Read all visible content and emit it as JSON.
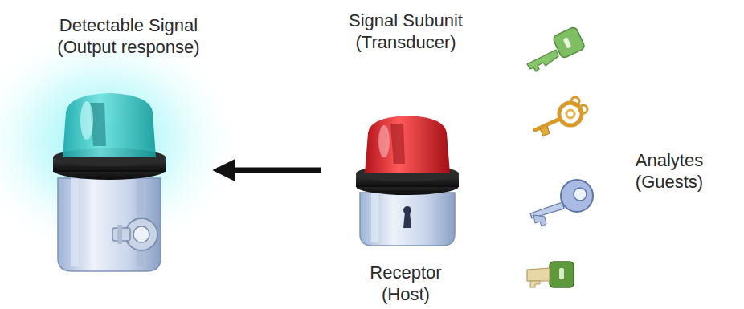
{
  "diagram": {
    "nodes": [
      {
        "text": [
          "Detectable Signal (Output response)"
        ]
      },
      {
        "text": [
          "Signal Subunit (Transducer)",
          "Receptor (Host)"
        ]
      }
    ],
    "edges": [
      {
        "from": 1,
        "to": 0,
        "arrow": "to"
      }
    ],
    "labels": [
      "Analytes (Guests)"
    ]
  }
}
